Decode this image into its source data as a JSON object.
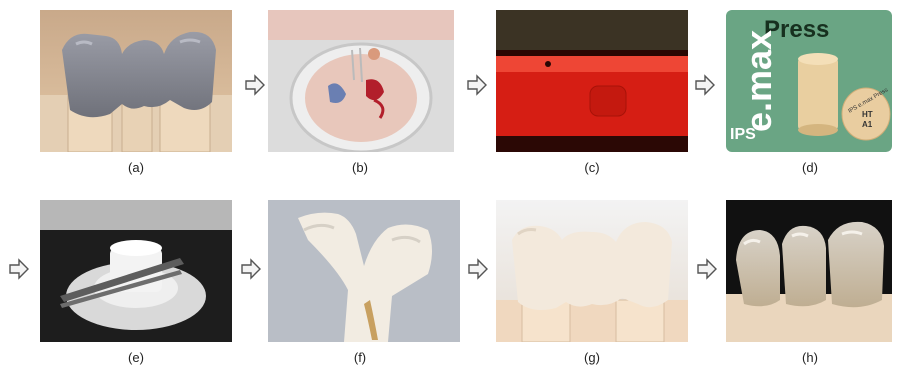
{
  "figure": {
    "panels": [
      {
        "id": "a",
        "label": "(a)",
        "content": "wax pattern of a three-unit bridge on stone die model"
      },
      {
        "id": "b",
        "label": "(b)",
        "content": "wax pattern sprued inside investment ring"
      },
      {
        "id": "c",
        "label": "(c)",
        "content": "burnout furnace interior glowing red"
      },
      {
        "id": "d",
        "label": "(d)",
        "content": "IPS e.max Press ingot package"
      },
      {
        "id": "e",
        "label": "(e)",
        "content": "press furnace with tongs placing ring"
      },
      {
        "id": "f",
        "label": "(f)",
        "content": "pressed ceramic with sprues"
      },
      {
        "id": "g",
        "label": "(g)",
        "content": "pressed bridge fitted on model"
      },
      {
        "id": "h",
        "label": "(h)",
        "content": "finished glazed bridge on model"
      }
    ],
    "product": {
      "brand_top": "Press",
      "brand_main": "e.max",
      "brand_sub": "IPS",
      "ingot_text_1": "IPS e.max Press",
      "ingot_text_2": "HT",
      "ingot_text_3": "A1",
      "background_color": "#6aa584"
    }
  }
}
